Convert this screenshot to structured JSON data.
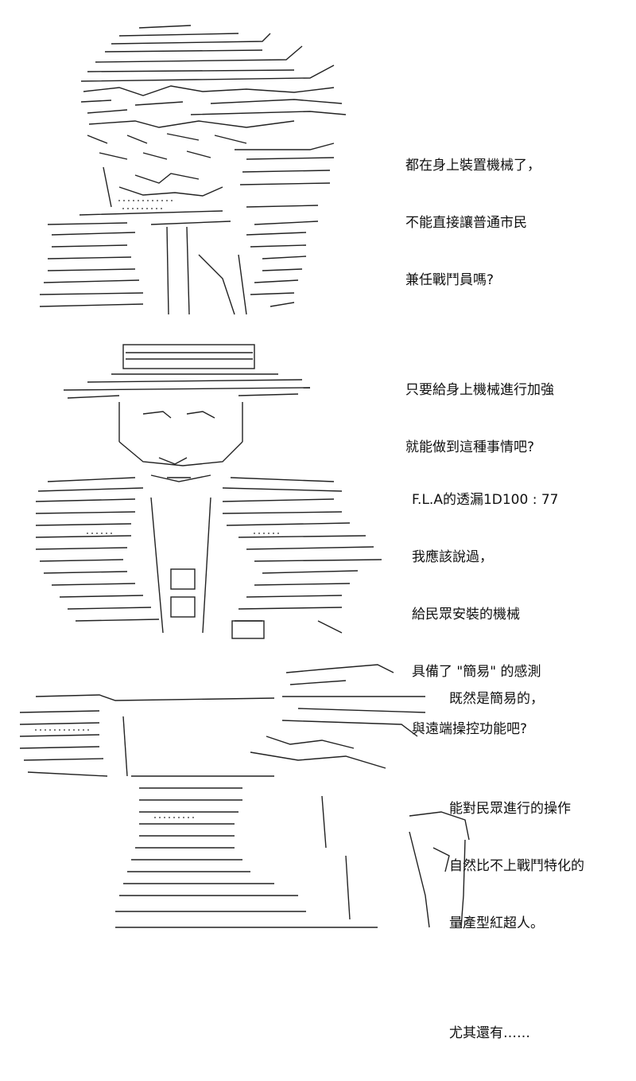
{
  "panels": [
    {
      "id": "panel-1",
      "lines": [
        "都在身上裝置機械了，",
        "不能直接讓普通市民",
        "兼任戰鬥員嗎?",
        "",
        "只要給身上機械進行加強",
        "就能做到這種事情吧?"
      ]
    },
    {
      "id": "panel-2",
      "title": "F.L.A的透漏1D100 : 77",
      "lines": [
        "我應該說過，",
        "給民眾安裝的機械",
        "具備了 \"簡易\" 的感測",
        "與遠端操控功能吧?"
      ]
    },
    {
      "id": "panel-3",
      "lines": [
        "既然是簡易的，",
        "",
        "能對民眾進行的操作",
        "自然比不上戰鬥特化的",
        "量產型紅超人。",
        "",
        "尤其還有……"
      ]
    }
  ],
  "art": {
    "stroke_color": "#222222",
    "panel1_figure": "hooded-figure-ascii-art",
    "panel2_figure": "hat-figure-ascii-art",
    "panel3_figure": "pointing-figure-ascii-art"
  }
}
